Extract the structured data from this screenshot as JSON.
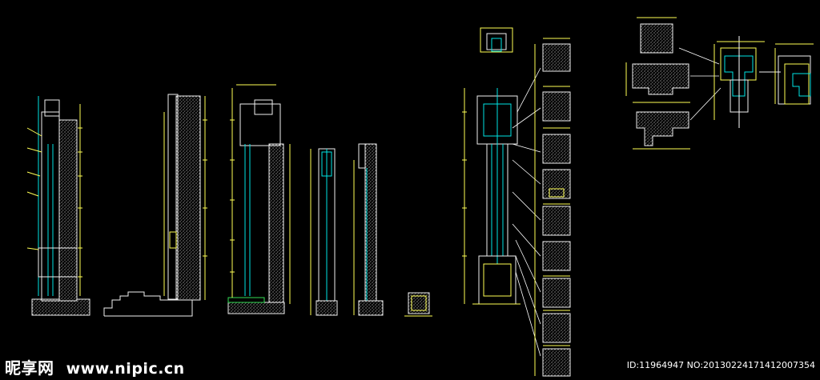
{
  "watermark": {
    "site_cn": "昵享网",
    "site_url": "www.nipic.cn",
    "image_id": "ID:11964947 NO:20130224171412007354"
  },
  "colors": {
    "background": "#000000",
    "line": "#f5f5f5",
    "dimension": "#ffff55",
    "detail": "#00e5e5",
    "leader": "#ffffff",
    "hatch": "#d8d8d8",
    "accent_green": "#33dd55"
  }
}
